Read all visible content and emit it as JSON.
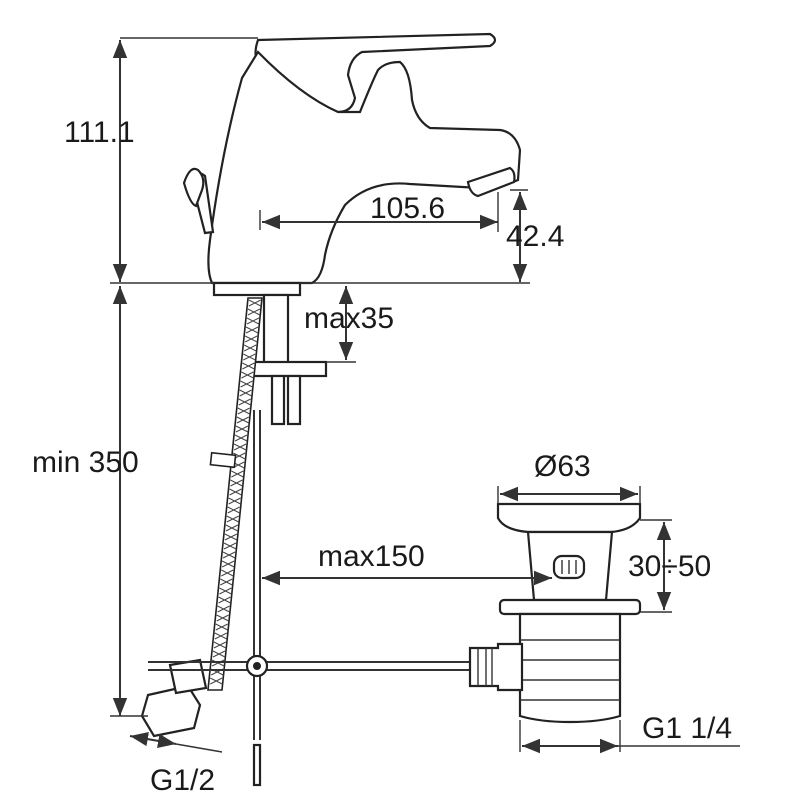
{
  "dimensions": {
    "tap_height": "111.1",
    "spout_reach": "105.6",
    "spout_height": "42.4",
    "max_deck_thickness": "max35",
    "min_hose_length": "min 350",
    "max_distance": "max150",
    "waste_diameter": "Ø63",
    "waste_range": "30÷50",
    "waste_thread": "G1 1/4",
    "hose_thread": "G1/2"
  }
}
